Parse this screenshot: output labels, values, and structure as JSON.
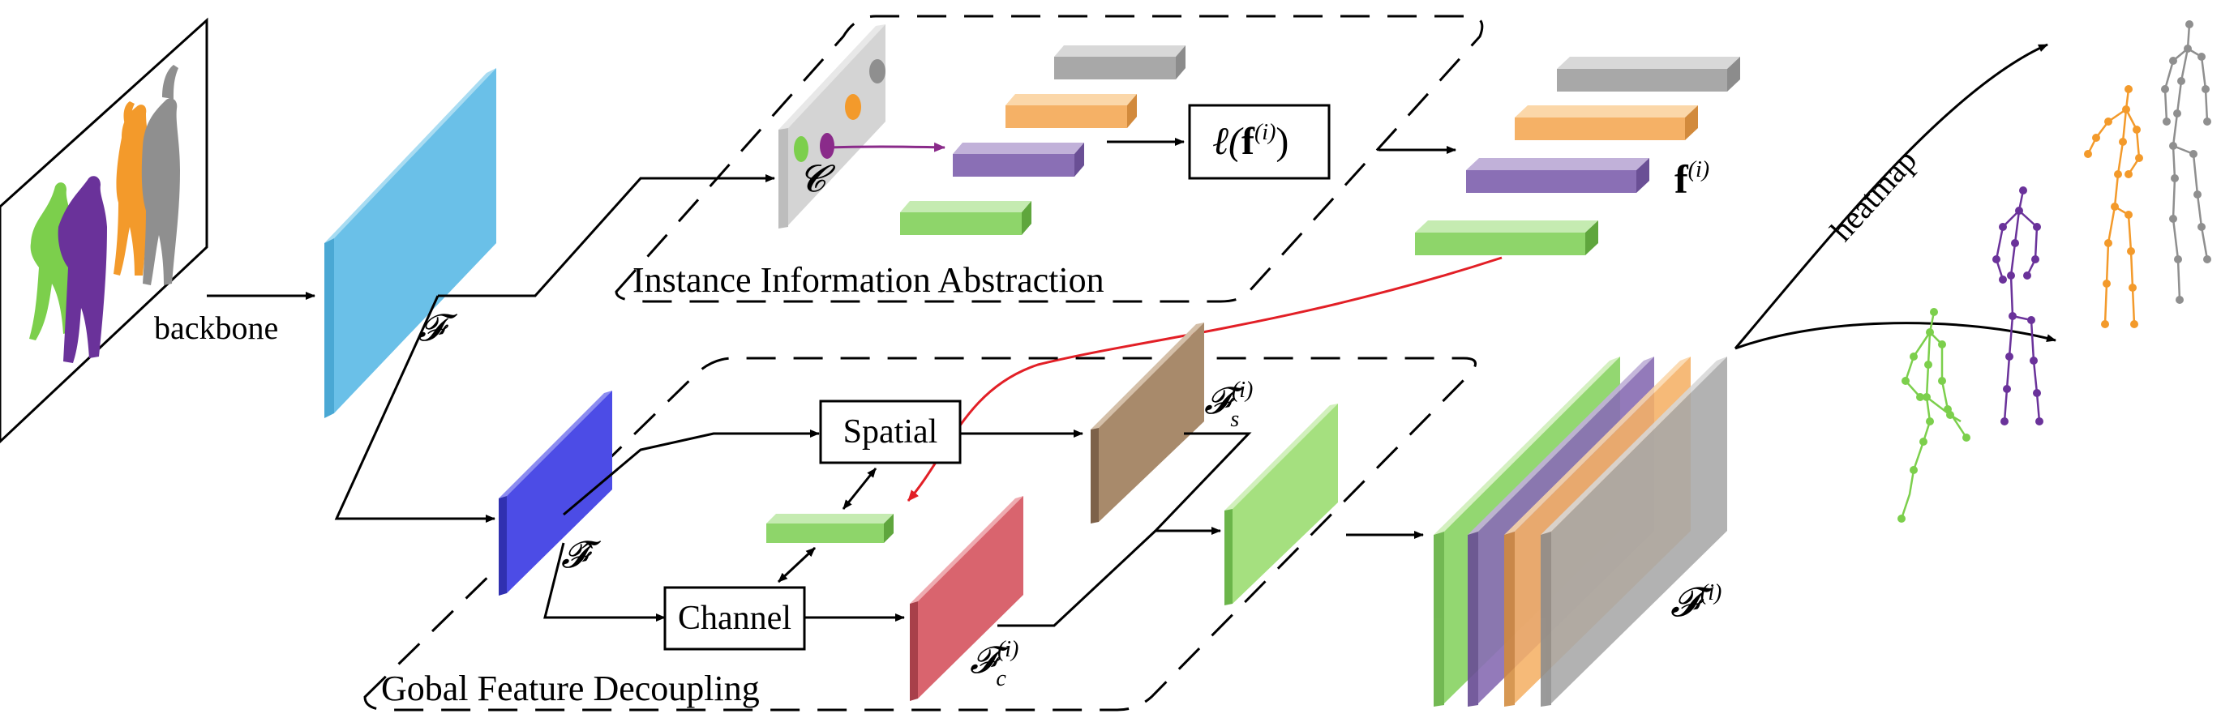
{
  "labels": {
    "backbone": "backbone",
    "feat_main": "𝓕",
    "feat_hat": "𝓕̂",
    "feat_C": "𝓒",
    "loss_l": "ℓ(",
    "loss_f": "f",
    "loss_sup": "(i)",
    "loss_close": ")",
    "inst_f": "f",
    "inst_sup": "(i)",
    "fs_main": "𝓕",
    "fs_sup": "(i)",
    "fs_sub": "s",
    "fc_main": "𝓕",
    "fc_sup": "(i)",
    "fc_sub": "c",
    "fi_main": "𝓕",
    "fi_sup": "(i)",
    "spatial": "Spatial",
    "channel": "Channel",
    "heatmap": "heatmap",
    "section_top": "Instance Information Abstraction",
    "section_bottom": "Gobal Feature Decoupling"
  },
  "colors": {
    "green": "#8ed56a",
    "purple": "#8a6fb5",
    "orange": "#f5b166",
    "gray": "#a8a8a8",
    "blue_map": "#6ac0e8",
    "dark_blue_map": "#4c4ce6",
    "brown_map": "#a88a6b",
    "red_map": "#d9646e",
    "light_green_map": "#a5e07f",
    "arrow_red": "#e21f26",
    "arrow_purple": "#8a2b8a",
    "silhouette_green": "#7ccf4c",
    "silhouette_purple": "#6a329a",
    "silhouette_orange": "#f39a2b",
    "silhouette_gray": "#8f8f8f"
  }
}
